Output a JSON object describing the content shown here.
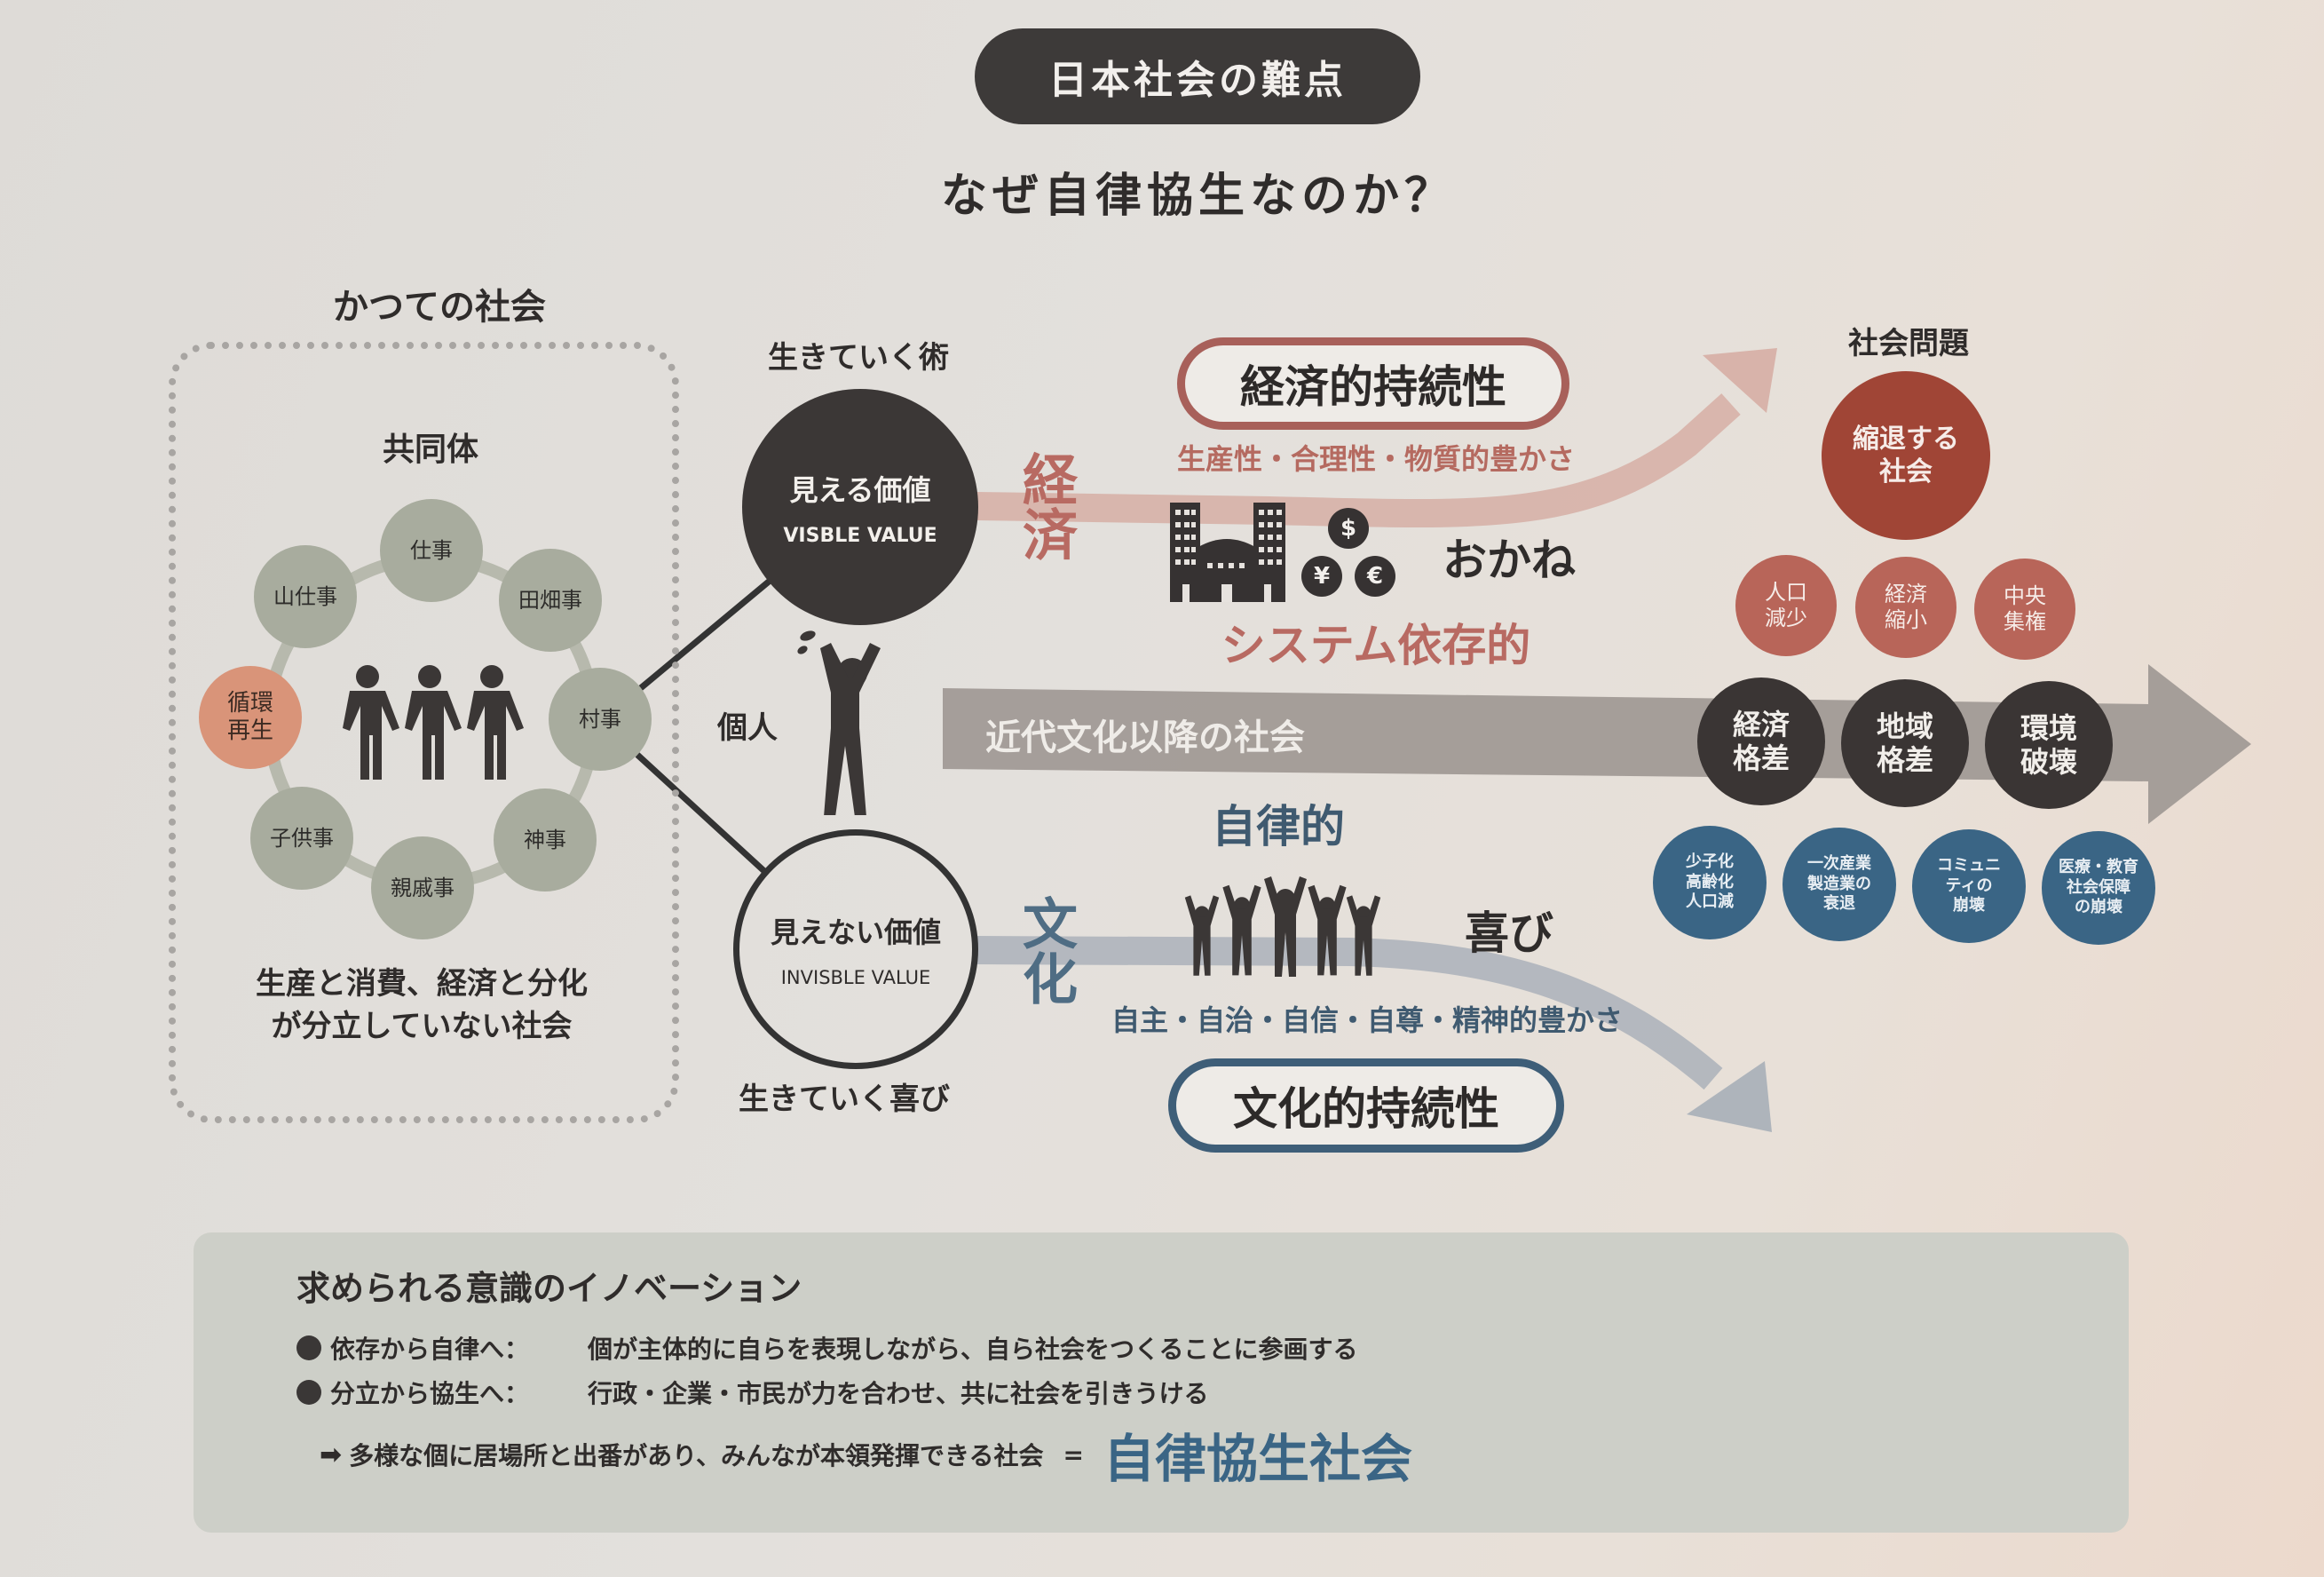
{
  "header": {
    "title": "日本社会の難点",
    "subtitle": "なぜ自律協生なのか？"
  },
  "past_society": {
    "label": "かつての社会",
    "community_title": "共同体",
    "nodes": [
      "仕事",
      "田畑事",
      "村事",
      "神事",
      "親戚事",
      "子供事",
      "循環\n再生",
      "山仕事"
    ],
    "highlight_node": "循環再生",
    "caption_line1": "生産と消費、経済と分化",
    "caption_line2": "が分立していない社会",
    "icon": "three-people-icon"
  },
  "individual": {
    "label": "個人",
    "icon": "stressed-person-icon"
  },
  "visible": {
    "top_label": "生きていく術",
    "title": "見える価値",
    "subtitle": "VISBLE VALUE",
    "domain_label": "経済",
    "pill": "経済的持続性",
    "attributes": "生産性・合理性・物質的豊かさ",
    "money_label": "おかね",
    "dependency_label": "システム依存的",
    "icons": [
      "buildings-icon",
      "dollar-coin-icon",
      "yen-coin-icon",
      "euro-coin-icon"
    ],
    "coins": [
      "$",
      "¥",
      "€"
    ]
  },
  "invisible": {
    "bottom_label": "生きていく喜び",
    "title": "見えない価値",
    "subtitle": "INVISBLE VALUE",
    "domain_label": "文化",
    "pill": "文化的持続性",
    "attributes": "自主・自治・自信・自尊・精神的豊かさ",
    "joy_label": "喜び",
    "autonomy_label": "自律的",
    "icon": "cheering-group-icon"
  },
  "modern_band": {
    "label": "近代文化以降の社会"
  },
  "social_problems": {
    "title": "社会問題",
    "main": "縮退する\n社会",
    "red_items": [
      "人口\n減少",
      "経済\n縮小",
      "中央\n集権"
    ],
    "dark_items": [
      "経済\n格差",
      "地域\n格差",
      "環境\n破壊"
    ],
    "blue_items": [
      "少子化\n高齢化\n人口減",
      "一次産業\n製造業の\n衰退",
      "コミュニ\nティの\n崩壊",
      "医療・教育\n社会保障\nの崩壊"
    ]
  },
  "innovation": {
    "title": "求められる意識のイノベーション",
    "rows": [
      {
        "head": "依存から自律へ：",
        "body": "個が主体的に自らを表現しながら、自ら社会をつくることに参画する"
      },
      {
        "head": "分立から協生へ：",
        "body": "行政・企業・市民が力を合わせ、共に社会を引きうける"
      }
    ],
    "conclusion": "多様な個に居場所と出番があり、みんなが本領発揮できる社会",
    "equals": "=",
    "result": "自律協生社会"
  },
  "colors": {
    "dark": "#3b3736",
    "red_accent": "#b86a62",
    "deep_red": "#a04536",
    "blue_accent": "#3a6585",
    "sage": "#a8ac9e",
    "orange": "#d99479",
    "band_gray": "#9e9894"
  }
}
